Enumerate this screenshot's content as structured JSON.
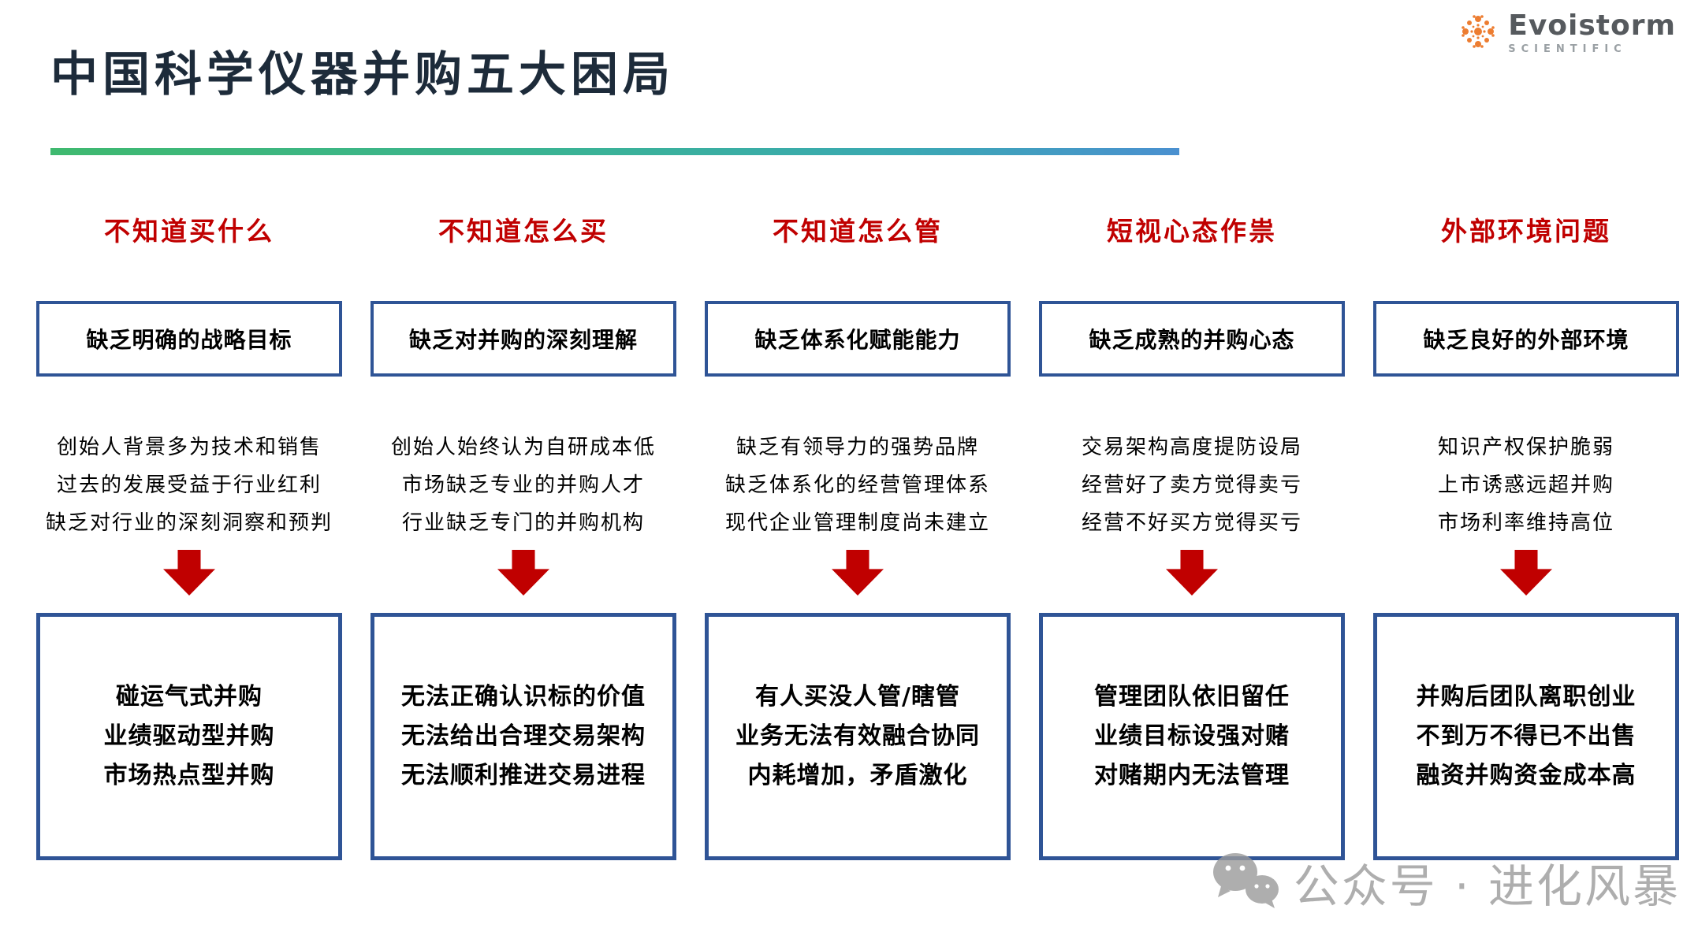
{
  "slide": {
    "title": "中国科学仪器并购五大困局",
    "logo": {
      "name": "Evoistorm",
      "subtitle": "SCIENTIFIC"
    },
    "watermark": "公众号 · 进化风暴"
  },
  "colors": {
    "title_navy": "#1d2b3a",
    "accent_red": "#c00000",
    "box_border_blue": "#2f5496",
    "rule_gradient_start_green": "#3fb96f",
    "rule_gradient_end_blue": "#4a90d0",
    "logo_orange": "#ed7d31",
    "watermark_gray": "#9b9b9b"
  },
  "columns": [
    {
      "header": "不知道买什么",
      "problem": "缺乏明确的战略目标",
      "causes": [
        "创始人背景多为技术和销售",
        "过去的发展受益于行业红利",
        "缺乏对行业的深刻洞察和预判"
      ],
      "results": [
        "碰运气式并购",
        "业绩驱动型并购",
        "市场热点型并购"
      ]
    },
    {
      "header": "不知道怎么买",
      "problem": "缺乏对并购的深刻理解",
      "causes": [
        "创始人始终认为自研成本低",
        "市场缺乏专业的并购人才",
        "行业缺乏专门的并购机构"
      ],
      "results": [
        "无法正确认识标的价值",
        "无法给出合理交易架构",
        "无法顺利推进交易进程"
      ]
    },
    {
      "header": "不知道怎么管",
      "problem": "缺乏体系化赋能能力",
      "causes": [
        "缺乏有领导力的强势品牌",
        "缺乏体系化的经营管理体系",
        "现代企业管理制度尚未建立"
      ],
      "results": [
        "有人买没人管/瞎管",
        "业务无法有效融合协同",
        "内耗增加，矛盾激化"
      ]
    },
    {
      "header": "短视心态作祟",
      "problem": "缺乏成熟的并购心态",
      "causes": [
        "交易架构高度提防设局",
        "经营好了卖方觉得卖亏",
        "经营不好买方觉得买亏"
      ],
      "results": [
        "管理团队依旧留任",
        "业绩目标设强对赌",
        "对赌期内无法管理"
      ]
    },
    {
      "header": "外部环境问题",
      "problem": "缺乏良好的外部环境",
      "causes": [
        "知识产权保护脆弱",
        "上市诱惑远超并购",
        "市场利率维持高位"
      ],
      "results": [
        "并购后团队离职创业",
        "不到万不得已不出售",
        "融资并购资金成本高"
      ]
    }
  ]
}
